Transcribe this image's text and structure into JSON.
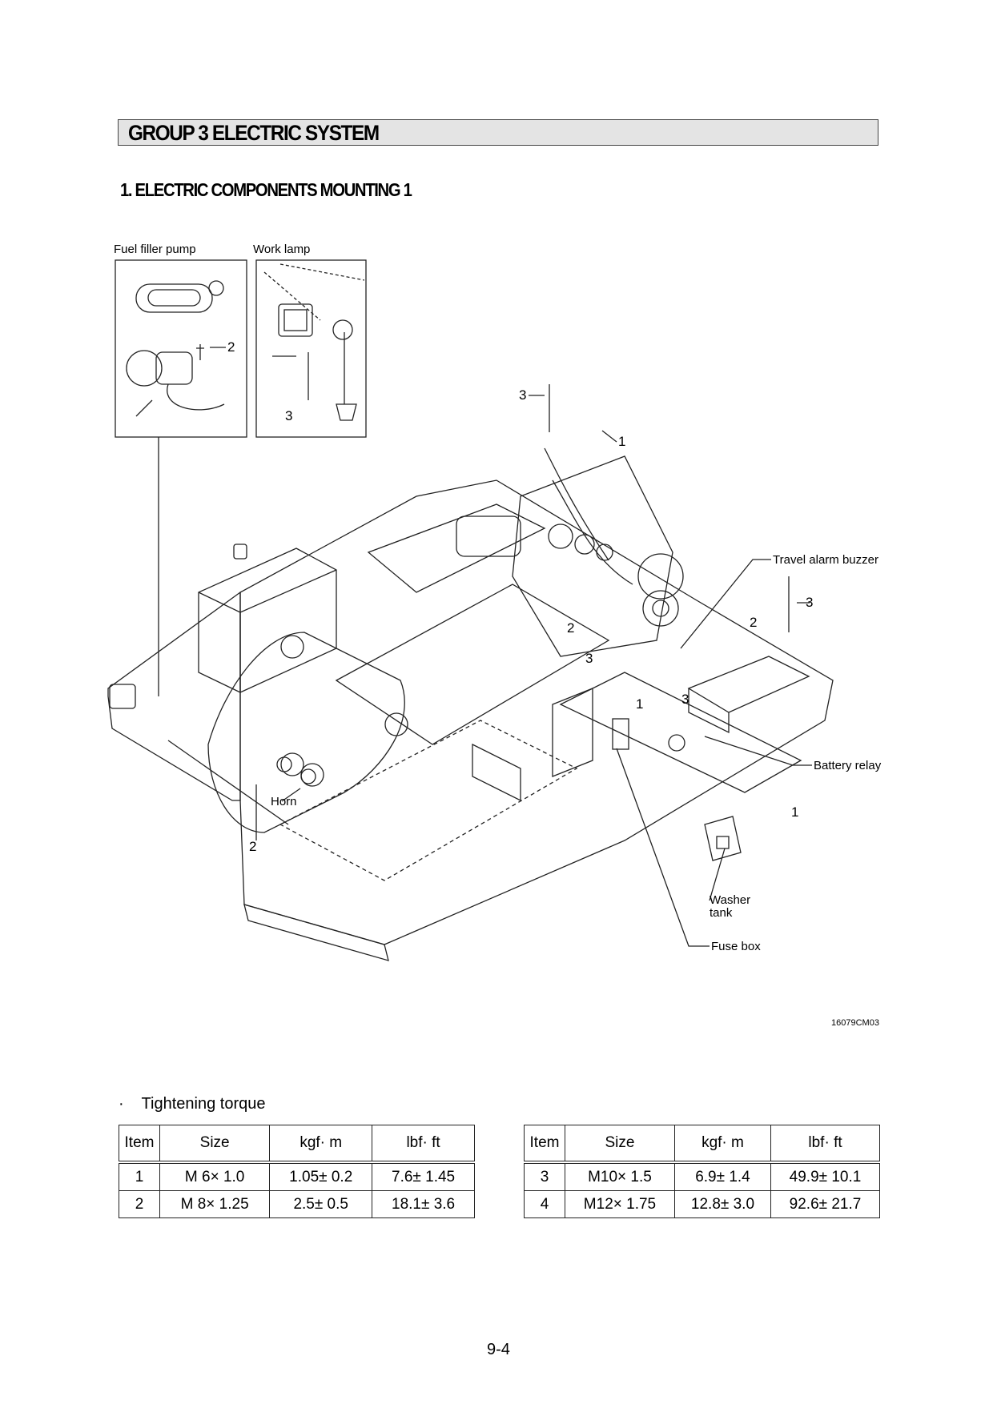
{
  "header": {
    "group_title": "GROUP  3  ELECTRIC SYSTEM"
  },
  "section": {
    "title": "1. ELECTRIC COMPONENTS MOUNTING 1"
  },
  "diagram": {
    "labels": {
      "fuel_filler_pump": "Fuel filler pump",
      "work_lamp": "Work lamp",
      "travel_alarm_buzzer": "Travel alarm buzzer",
      "battery_relay": "Battery relay",
      "horn": "Horn",
      "washer_tank": "Washer\ntank",
      "fuse_box": "Fuse box"
    },
    "callouts": [
      "2",
      "3",
      "3",
      "1",
      "3",
      "2",
      "2",
      "3",
      "1",
      "3",
      "1",
      "2"
    ],
    "figure_code": "16079CM03"
  },
  "torque": {
    "title": "Tightening torque",
    "bullet": "·",
    "headers": [
      "Item",
      "Size",
      "kgf· m",
      "lbf· ft"
    ],
    "left_rows": [
      [
        "1",
        "M 6× 1.0",
        "1.05± 0.2",
        "7.6± 1.45"
      ],
      [
        "2",
        "M 8× 1.25",
        "2.5± 0.5",
        "18.1± 3.6"
      ]
    ],
    "right_rows": [
      [
        "3",
        "M10× 1.5",
        "6.9± 1.4",
        "49.9± 10.1"
      ],
      [
        "4",
        "M12× 1.75",
        "12.8± 3.0",
        "92.6± 21.7"
      ]
    ]
  },
  "footer": {
    "page_number": "9-4"
  }
}
